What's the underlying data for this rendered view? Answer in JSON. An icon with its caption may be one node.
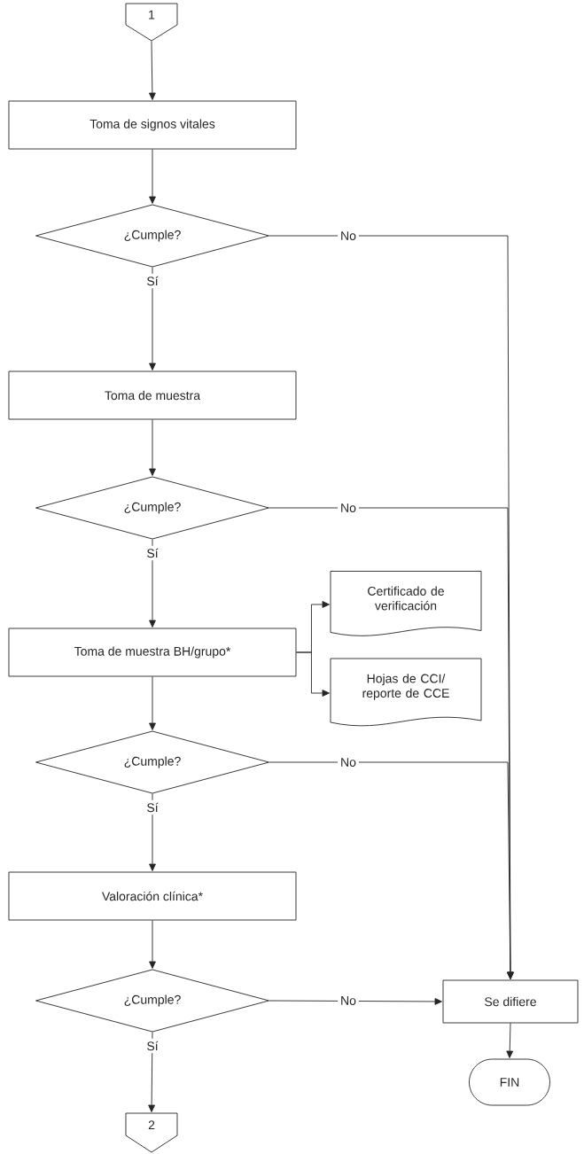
{
  "diagram": {
    "nodes": [
      {
        "text": [
          "1"
        ]
      },
      {
        "text": [
          "Toma de signos vitales"
        ]
      },
      {
        "text": [
          "¿Cumple?"
        ]
      },
      {
        "text": [
          "Toma de muestra"
        ]
      },
      {
        "text": [
          "¿Cumple?"
        ]
      },
      {
        "text": [
          "Toma de muestra BH/grupo*"
        ]
      },
      {
        "text": [
          "Certificado de verificación"
        ]
      },
      {
        "text": [
          "Hojas de CCI/ reporte de CCE"
        ]
      },
      {
        "text": [
          "¿Cumple?"
        ]
      },
      {
        "text": [
          "Valoración clínica*"
        ]
      },
      {
        "text": [
          "¿Cumple?"
        ]
      },
      {
        "text": [
          "Se difiere"
        ]
      },
      {
        "text": [
          "FIN"
        ]
      },
      {
        "text": [
          "2"
        ]
      }
    ],
    "edges": [
      {
        "from": 0,
        "to": 1,
        "arrow": "to"
      },
      {
        "from": 1,
        "to": 2,
        "arrow": "to"
      },
      {
        "from": 2,
        "to": 3,
        "arrow": "to",
        "label": "Sí"
      },
      {
        "from": 2,
        "to": 11,
        "arrow": "to",
        "label": "No"
      },
      {
        "from": 3,
        "to": 4,
        "arrow": "to"
      },
      {
        "from": 4,
        "to": 5,
        "arrow": "to",
        "label": "Sí"
      },
      {
        "from": 4,
        "to": 11,
        "arrow": "to",
        "label": "No"
      },
      {
        "from": 5,
        "to": 6,
        "arrow": "to"
      },
      {
        "from": 5,
        "to": 7,
        "arrow": "to"
      },
      {
        "from": 5,
        "to": 8,
        "arrow": "to"
      },
      {
        "from": 8,
        "to": 9,
        "arrow": "to",
        "label": "Sí"
      },
      {
        "from": 8,
        "to": 11,
        "arrow": "to",
        "label": "No"
      },
      {
        "from": 9,
        "to": 10,
        "arrow": "to"
      },
      {
        "from": 10,
        "to": 11,
        "arrow": "to",
        "label": "No"
      },
      {
        "from": 10,
        "to": 13,
        "arrow": "to",
        "label": "Sí"
      },
      {
        "from": 11,
        "to": 12,
        "arrow": "to"
      }
    ]
  }
}
